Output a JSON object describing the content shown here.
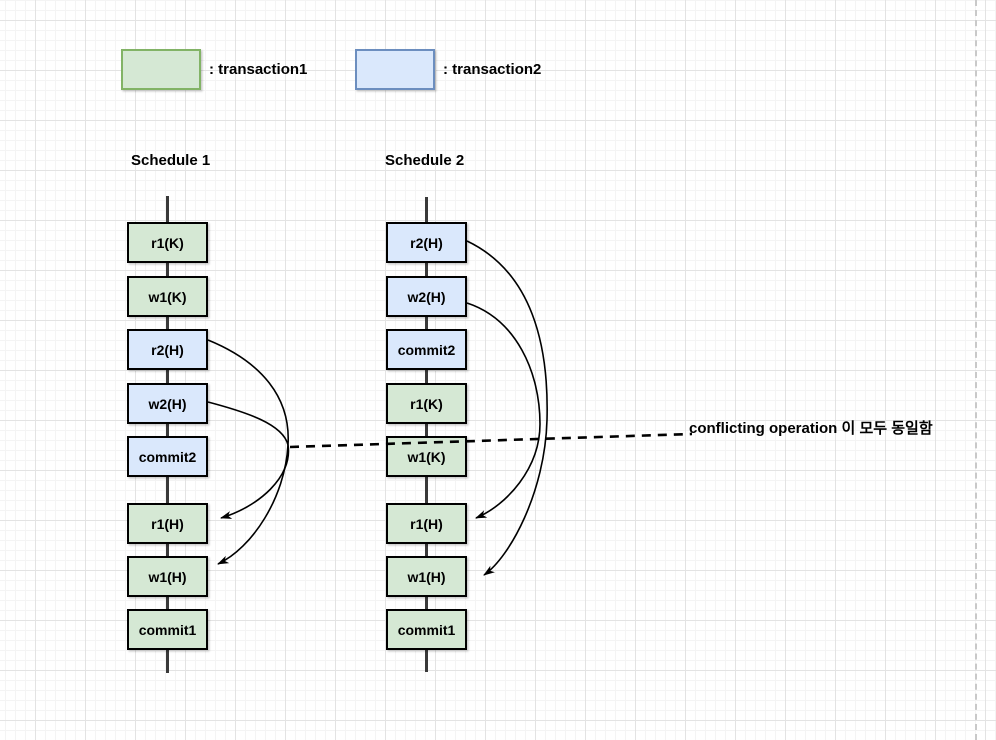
{
  "legend": {
    "items": [
      {
        "label": ": transaction1",
        "transaction": "green"
      },
      {
        "label": ": transaction2",
        "transaction": "blue"
      }
    ]
  },
  "colors": {
    "green_fill": "#d5e8d4",
    "green_stroke": "#82b366",
    "blue_fill": "#dae8fc",
    "blue_stroke": "#6c8ebf",
    "line": "#000000",
    "timeline": "#3a3a3a"
  },
  "schedules": [
    {
      "title": "Schedule 1",
      "operations": [
        {
          "label": "r1(K)",
          "transaction": "green"
        },
        {
          "label": "w1(K)",
          "transaction": "green"
        },
        {
          "label": "r2(H)",
          "transaction": "blue"
        },
        {
          "label": "w2(H)",
          "transaction": "blue"
        },
        {
          "label": "commit2",
          "transaction": "blue"
        },
        {
          "label": "r1(H)",
          "transaction": "green"
        },
        {
          "label": "w1(H)",
          "transaction": "green"
        },
        {
          "label": "commit1",
          "transaction": "green"
        }
      ],
      "conflict_arrows": [
        {
          "from": "r2(H)",
          "to": "w1(H)"
        },
        {
          "from": "w2(H)",
          "to": "r1(H)"
        }
      ]
    },
    {
      "title": "Schedule 2",
      "operations": [
        {
          "label": "r2(H)",
          "transaction": "blue"
        },
        {
          "label": "w2(H)",
          "transaction": "blue"
        },
        {
          "label": "commit2",
          "transaction": "blue"
        },
        {
          "label": "r1(K)",
          "transaction": "green"
        },
        {
          "label": "w1(K)",
          "transaction": "green"
        },
        {
          "label": "r1(H)",
          "transaction": "green"
        },
        {
          "label": "w1(H)",
          "transaction": "green"
        },
        {
          "label": "commit1",
          "transaction": "green"
        }
      ],
      "conflict_arrows": [
        {
          "from": "r2(H)",
          "to": "w1(H)"
        },
        {
          "from": "w2(H)",
          "to": "r1(H)"
        }
      ]
    }
  ],
  "annotation": {
    "text": "conflicting operation 이 모두 동일함"
  }
}
